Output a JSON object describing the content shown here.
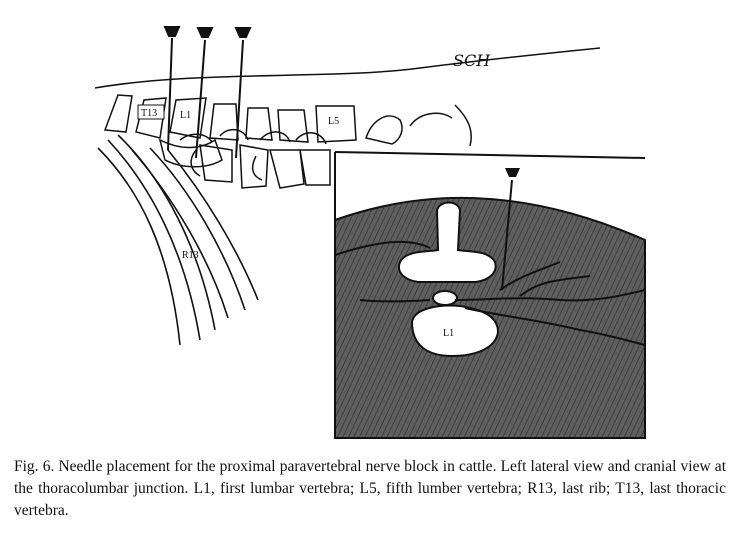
{
  "figure": {
    "labels": {
      "t13": "T13",
      "l1": "L1",
      "l5": "L5",
      "r13": "R13",
      "inset_l1": "L1"
    },
    "signature": "SCH"
  },
  "caption": {
    "text": "Fig. 6.  Needle placement for the proximal paravertebral nerve block in cattle. Left lateral view and cranial view at the thoracolumbar junction. L1, first lumbar vertebra; L5, fifth lumber vertebra; R13, last rib; T13, last thoracic vertebra."
  }
}
